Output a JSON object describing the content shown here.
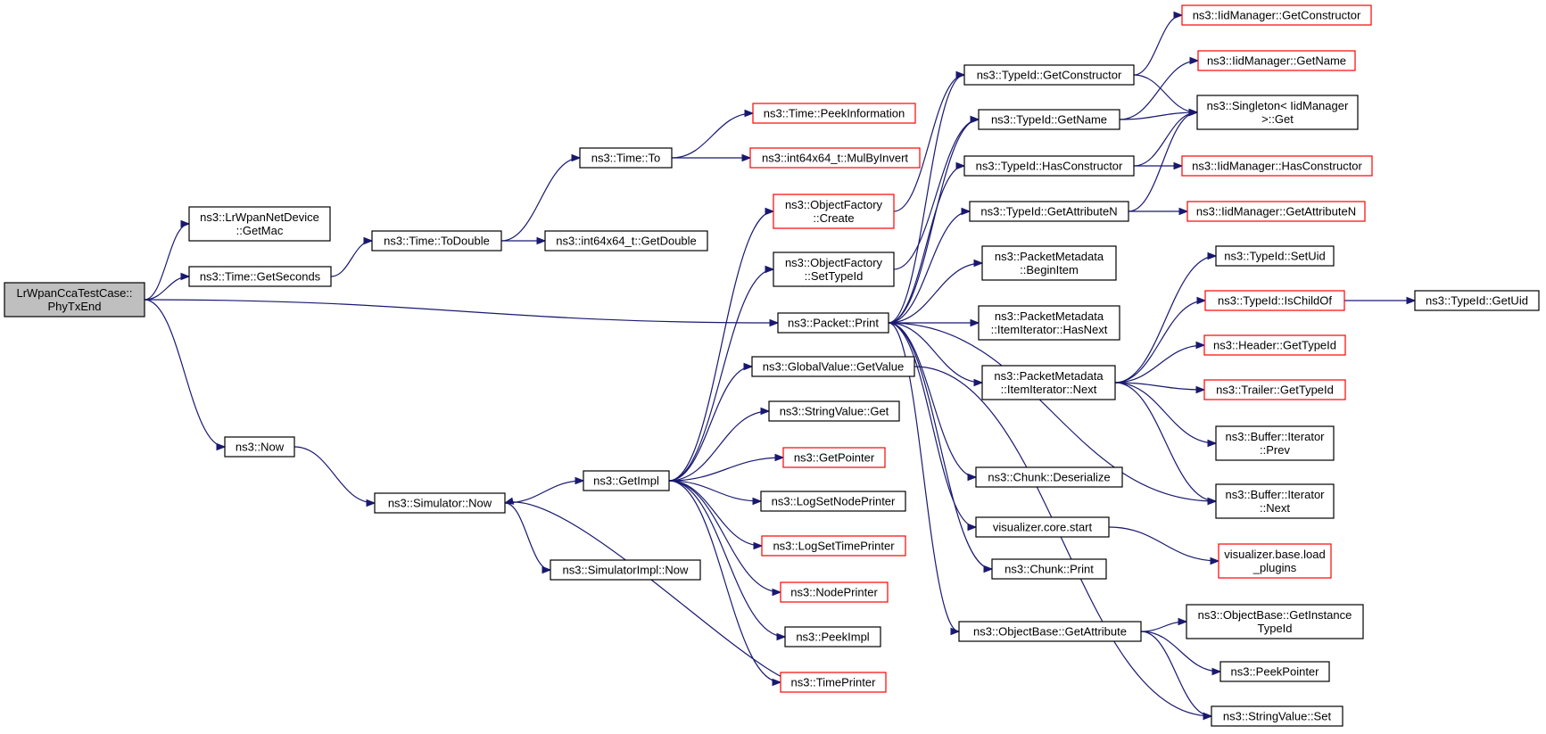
{
  "colors": {
    "edge": "#191970",
    "node_border": "#000000",
    "truncated_border": "#ff0000",
    "root_fill": "#bfbfbf",
    "background": "#ffffff"
  },
  "nodes": [
    {
      "id": "root",
      "lines": [
        "LrWpanCcaTestCase::",
        "PhyTxEnd"
      ],
      "truncated": false,
      "root": true
    },
    {
      "id": "getmac",
      "lines": [
        "ns3::LrWpanNetDevice",
        "::GetMac"
      ],
      "truncated": false
    },
    {
      "id": "getseconds",
      "lines": [
        "ns3::Time::GetSeconds"
      ],
      "truncated": false
    },
    {
      "id": "now",
      "lines": [
        "ns3::Now"
      ],
      "truncated": false
    },
    {
      "id": "todouble",
      "lines": [
        "ns3::Time::ToDouble"
      ],
      "truncated": false
    },
    {
      "id": "simnow",
      "lines": [
        "ns3::Simulator::Now"
      ],
      "truncated": false
    },
    {
      "id": "timeto",
      "lines": [
        "ns3::Time::To"
      ],
      "truncated": false
    },
    {
      "id": "getdouble",
      "lines": [
        "ns3::int64x64_t::GetDouble"
      ],
      "truncated": false
    },
    {
      "id": "getimpl",
      "lines": [
        "ns3::GetImpl"
      ],
      "truncated": false
    },
    {
      "id": "simimplnow",
      "lines": [
        "ns3::SimulatorImpl::Now"
      ],
      "truncated": false
    },
    {
      "id": "peekinfo",
      "lines": [
        "ns3::Time::PeekInformation"
      ],
      "truncated": true
    },
    {
      "id": "mulbyinvert",
      "lines": [
        "ns3::int64x64_t::MulByInvert"
      ],
      "truncated": true
    },
    {
      "id": "ofcreate",
      "lines": [
        "ns3::ObjectFactory",
        "::Create"
      ],
      "truncated": true
    },
    {
      "id": "ofsettypeid",
      "lines": [
        "ns3::ObjectFactory",
        "::SetTypeId"
      ],
      "truncated": false
    },
    {
      "id": "pktprint",
      "lines": [
        "ns3::Packet::Print"
      ],
      "truncated": false
    },
    {
      "id": "gvgetvalue",
      "lines": [
        "ns3::GlobalValue::GetValue"
      ],
      "truncated": false
    },
    {
      "id": "svget",
      "lines": [
        "ns3::StringValue::Get"
      ],
      "truncated": false
    },
    {
      "id": "getpointer",
      "lines": [
        "ns3::GetPointer"
      ],
      "truncated": true
    },
    {
      "id": "logsetnode",
      "lines": [
        "ns3::LogSetNodePrinter"
      ],
      "truncated": false
    },
    {
      "id": "logsettime",
      "lines": [
        "ns3::LogSetTimePrinter"
      ],
      "truncated": true
    },
    {
      "id": "nodeprinter",
      "lines": [
        "ns3::NodePrinter"
      ],
      "truncated": true
    },
    {
      "id": "peekimpl",
      "lines": [
        "ns3::PeekImpl"
      ],
      "truncated": false
    },
    {
      "id": "timeprinter",
      "lines": [
        "ns3::TimePrinter"
      ],
      "truncated": true
    },
    {
      "id": "tidgetctor",
      "lines": [
        "ns3::TypeId::GetConstructor"
      ],
      "truncated": false
    },
    {
      "id": "tidgetname",
      "lines": [
        "ns3::TypeId::GetName"
      ],
      "truncated": false
    },
    {
      "id": "tidhasctor",
      "lines": [
        "ns3::TypeId::HasConstructor"
      ],
      "truncated": false
    },
    {
      "id": "tidgetattrn",
      "lines": [
        "ns3::TypeId::GetAttributeN"
      ],
      "truncated": false
    },
    {
      "id": "pmbeginitem",
      "lines": [
        "ns3::PacketMetadata",
        "::BeginItem"
      ],
      "truncated": false
    },
    {
      "id": "pmhasnext",
      "lines": [
        "ns3::PacketMetadata",
        "::ItemIterator::HasNext"
      ],
      "truncated": false
    },
    {
      "id": "pmnext",
      "lines": [
        "ns3::PacketMetadata",
        "::ItemIterator::Next"
      ],
      "truncated": false
    },
    {
      "id": "chunkdeser",
      "lines": [
        "ns3::Chunk::Deserialize"
      ],
      "truncated": false
    },
    {
      "id": "vizstart",
      "lines": [
        "visualizer.core.start"
      ],
      "truncated": false
    },
    {
      "id": "chunkprint",
      "lines": [
        "ns3::Chunk::Print"
      ],
      "truncated": false
    },
    {
      "id": "obgetattr",
      "lines": [
        "ns3::ObjectBase::GetAttribute"
      ],
      "truncated": false
    },
    {
      "id": "iidgetctor",
      "lines": [
        "ns3::IidManager::GetConstructor"
      ],
      "truncated": true
    },
    {
      "id": "iidgetname",
      "lines": [
        "ns3::IidManager::GetName"
      ],
      "truncated": true
    },
    {
      "id": "singleton",
      "lines": [
        "ns3::Singleton< IidManager",
        " >::Get"
      ],
      "truncated": false
    },
    {
      "id": "iidhasctor",
      "lines": [
        "ns3::IidManager::HasConstructor"
      ],
      "truncated": true
    },
    {
      "id": "iidgetattrn",
      "lines": [
        "ns3::IidManager::GetAttributeN"
      ],
      "truncated": true
    },
    {
      "id": "tidsetuid",
      "lines": [
        "ns3::TypeId::SetUid"
      ],
      "truncated": false
    },
    {
      "id": "tidischildof",
      "lines": [
        "ns3::TypeId::IsChildOf"
      ],
      "truncated": true
    },
    {
      "id": "hdrgettid",
      "lines": [
        "ns3::Header::GetTypeId"
      ],
      "truncated": true
    },
    {
      "id": "trlgettid",
      "lines": [
        "ns3::Trailer::GetTypeId"
      ],
      "truncated": true
    },
    {
      "id": "bufprev",
      "lines": [
        "ns3::Buffer::Iterator",
        "::Prev"
      ],
      "truncated": false
    },
    {
      "id": "bufnext",
      "lines": [
        "ns3::Buffer::Iterator",
        "::Next"
      ],
      "truncated": false
    },
    {
      "id": "vizload",
      "lines": [
        "visualizer.base.load",
        "_plugins"
      ],
      "truncated": true
    },
    {
      "id": "obgetinst",
      "lines": [
        "ns3::ObjectBase::GetInstance",
        "TypeId"
      ],
      "truncated": false
    },
    {
      "id": "peekpointer",
      "lines": [
        "ns3::PeekPointer"
      ],
      "truncated": false
    },
    {
      "id": "svset",
      "lines": [
        "ns3::StringValue::Set"
      ],
      "truncated": false
    },
    {
      "id": "tidgetuid",
      "lines": [
        "ns3::TypeId::GetUid"
      ],
      "truncated": false
    }
  ],
  "edges": [
    [
      "root",
      "getmac"
    ],
    [
      "root",
      "getseconds"
    ],
    [
      "root",
      "pktprint"
    ],
    [
      "root",
      "now"
    ],
    [
      "getseconds",
      "todouble"
    ],
    [
      "todouble",
      "timeto"
    ],
    [
      "todouble",
      "getdouble"
    ],
    [
      "timeto",
      "peekinfo"
    ],
    [
      "timeto",
      "mulbyinvert"
    ],
    [
      "now",
      "simnow"
    ],
    [
      "simnow",
      "getimpl"
    ],
    [
      "simnow",
      "simimplnow"
    ],
    [
      "getimpl",
      "ofcreate"
    ],
    [
      "getimpl",
      "ofsettypeid"
    ],
    [
      "getimpl",
      "gvgetvalue"
    ],
    [
      "getimpl",
      "svget"
    ],
    [
      "getimpl",
      "getpointer"
    ],
    [
      "getimpl",
      "logsetnode"
    ],
    [
      "getimpl",
      "logsettime"
    ],
    [
      "getimpl",
      "nodeprinter"
    ],
    [
      "getimpl",
      "peekimpl"
    ],
    [
      "getimpl",
      "timeprinter"
    ],
    [
      "timeprinter",
      "simnow"
    ],
    [
      "ofcreate",
      "tidgetctor"
    ],
    [
      "ofsettypeid",
      "tidgetname"
    ],
    [
      "pktprint",
      "tidgetctor"
    ],
    [
      "pktprint",
      "tidgetname"
    ],
    [
      "pktprint",
      "tidhasctor"
    ],
    [
      "pktprint",
      "tidgetattrn"
    ],
    [
      "pktprint",
      "pmbeginitem"
    ],
    [
      "pktprint",
      "pmhasnext"
    ],
    [
      "pktprint",
      "pmnext"
    ],
    [
      "pktprint",
      "chunkdeser"
    ],
    [
      "pktprint",
      "vizstart"
    ],
    [
      "pktprint",
      "chunkprint"
    ],
    [
      "pktprint",
      "obgetattr"
    ],
    [
      "pktprint",
      "bufnext"
    ],
    [
      "gvgetvalue",
      "svset"
    ],
    [
      "tidgetctor",
      "iidgetctor"
    ],
    [
      "tidgetctor",
      "singleton"
    ],
    [
      "tidgetname",
      "iidgetname"
    ],
    [
      "tidgetname",
      "singleton"
    ],
    [
      "tidhasctor",
      "singleton"
    ],
    [
      "tidhasctor",
      "iidhasctor"
    ],
    [
      "tidgetattrn",
      "singleton"
    ],
    [
      "tidgetattrn",
      "iidgetattrn"
    ],
    [
      "pmnext",
      "tidsetuid"
    ],
    [
      "pmnext",
      "tidischildof"
    ],
    [
      "pmnext",
      "hdrgettid"
    ],
    [
      "pmnext",
      "trlgettid"
    ],
    [
      "pmnext",
      "bufprev"
    ],
    [
      "pmnext",
      "bufnext"
    ],
    [
      "tidischildof",
      "tidgetuid"
    ],
    [
      "vizstart",
      "vizload"
    ],
    [
      "obgetattr",
      "obgetinst"
    ],
    [
      "obgetattr",
      "peekpointer"
    ],
    [
      "obgetattr",
      "svset"
    ]
  ]
}
